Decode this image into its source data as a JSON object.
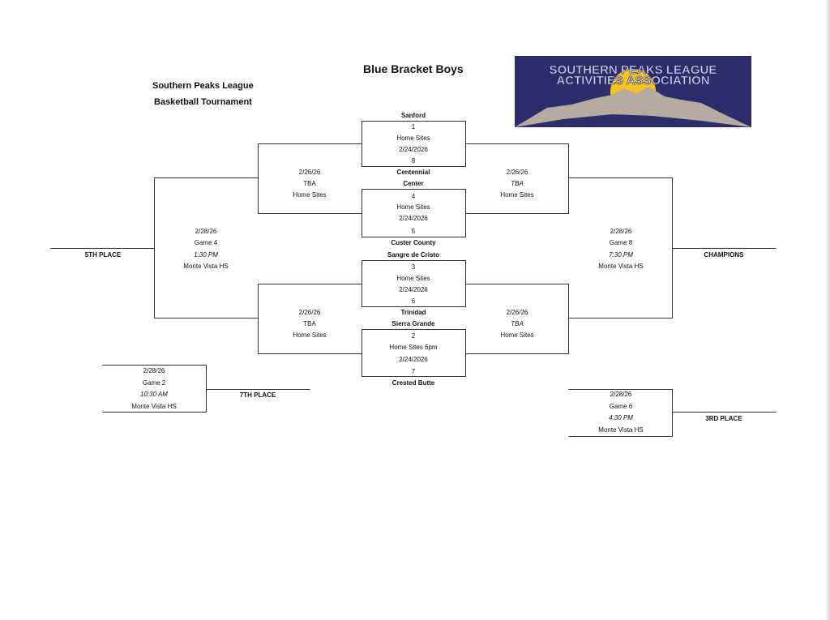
{
  "header": {
    "title": "Blue Bracket Boys",
    "league": "Southern Peaks League",
    "event": "Basketball Tournament"
  },
  "logo": {
    "line1": "SOUTHERN PEAKS LEAGUE",
    "line2": "ACTIVITIES ASSOCIATION",
    "bg": "#2e2d6b",
    "sun": "#f6c31a",
    "mountain": "#b5aba1"
  },
  "round1": [
    {
      "top": "Sanford",
      "seed_top": "1",
      "site": "Home Sites",
      "date": "2/24/2026",
      "seed_bottom": "8",
      "bottom": "Centennial"
    },
    {
      "top": "Center",
      "seed_top": "4",
      "site": "Home Sites",
      "date": "2/24/2026",
      "seed_bottom": "5",
      "bottom": "Custer County"
    },
    {
      "top": "Sangre de Cristo",
      "seed_top": "3",
      "site": "Home Sites",
      "date": "2/24/2026",
      "seed_bottom": "6",
      "bottom": "Trinidad"
    },
    {
      "top": "Sierra Grande",
      "seed_top": "2",
      "site": "Home Sites 6pm",
      "date": "2/24/2026",
      "seed_bottom": "7",
      "bottom": "Crested Butte"
    }
  ],
  "semis": {
    "left_top": {
      "date": "2/26/26",
      "time": "TBA",
      "site": "Home Sites"
    },
    "right_top": {
      "date": "2/26/26",
      "time": "TBA",
      "site": "Home Sites"
    },
    "left_bottom": {
      "date": "2/26/26",
      "time": "TBA",
      "site": "Home Sites"
    },
    "right_bottom": {
      "date": "2/26/26",
      "time": "TBA",
      "site": "Home Sites"
    }
  },
  "fifth": {
    "date": "2/28/26",
    "game": "Game 4",
    "time": "1:30 PM",
    "site": "Monte Vista HS",
    "label": "5TH PLACE"
  },
  "final": {
    "date": "2/28/26",
    "game": "Game 8",
    "time": "7:30 PM",
    "site": "Monte Vista HS",
    "label": "CHAMPIONS"
  },
  "seventh": {
    "date": "2/28/26",
    "game": "Game 2",
    "time": "10:30 AM",
    "site": "Monte Vista HS",
    "label": "7TH PLACE"
  },
  "third": {
    "date": "2/28/26",
    "game": "Game 6",
    "time": "4:30 PM",
    "site": "Monte Vista HS",
    "label": "3RD PLACE"
  },
  "line_color": "#333333"
}
